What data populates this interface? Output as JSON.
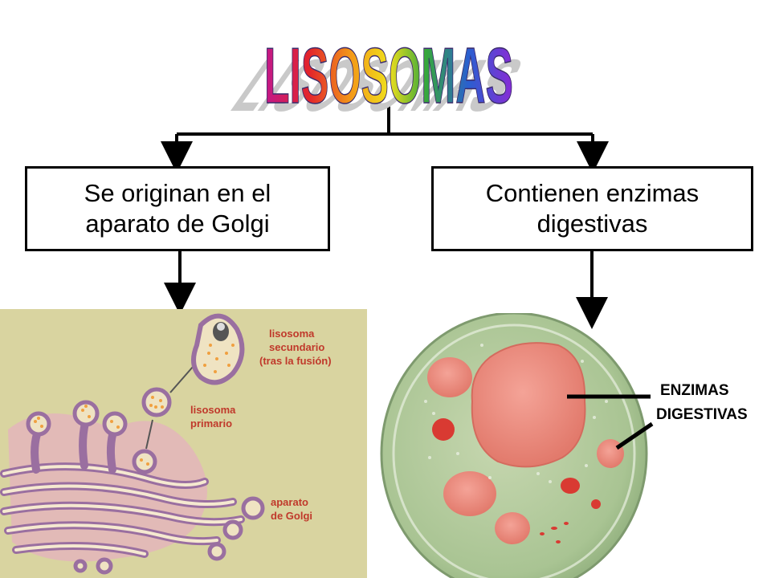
{
  "title": "LISOSOMAS",
  "nodes": {
    "left": {
      "line1": "Se originan en el",
      "line2": "aparato de Golgi"
    },
    "right": {
      "line1": "Contienen enzimas",
      "line2": "digestivas"
    }
  },
  "golgi_figure": {
    "label_secondary": [
      "lisosoma",
      "secundario",
      "(tras la fusión)"
    ],
    "label_primary": [
      "lisosoma",
      "primario"
    ],
    "label_golgi": [
      "aparato",
      "de Golgi"
    ]
  },
  "cell_figure": {
    "label_enzymes": [
      "ENZIMAS",
      "DIGESTIVAS"
    ]
  },
  "colors": {
    "golgi_bg": "#d9d4a0",
    "golgi_membrane": "#9a6fa0",
    "golgi_label": "#c0392b",
    "cell_bg": "#b9cfa0",
    "cell_lysosome": "#e8877a"
  }
}
